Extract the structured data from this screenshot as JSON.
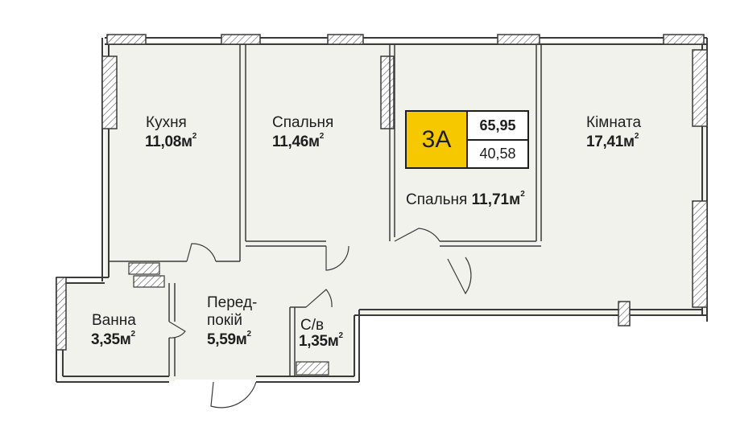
{
  "plan": {
    "layout_code": "3А",
    "total_area": "65,95",
    "living_area": "40,58",
    "rooms": {
      "kitchen": {
        "name": "Кухня",
        "area": "11,08м"
      },
      "bedroom1": {
        "name": "Спальня",
        "area": "11,46м"
      },
      "bedroom2": {
        "name": "Спальня",
        "area": "11,71м"
      },
      "living": {
        "name": "Кімната",
        "area": "17,41м"
      },
      "bath": {
        "name": "Ванна",
        "area": "3,35м"
      },
      "hall": {
        "name_line1": "Перед-",
        "name_line2": "покій",
        "area": "5,59м"
      },
      "wc": {
        "name": "С/в",
        "area": "1,35м"
      }
    },
    "superscript": "2"
  },
  "colors": {
    "floor": "#f2f2ec",
    "wall": "#3a3a3a",
    "badge_accent": "#f5c800"
  }
}
